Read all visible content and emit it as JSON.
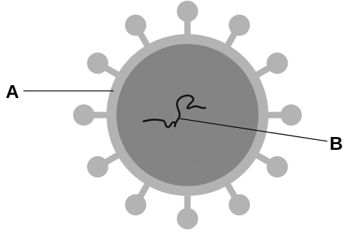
{
  "diagram": {
    "labels": {
      "a": "A",
      "b": "B"
    },
    "spike_count": 12,
    "colors": {
      "envelope": "#b3b3b3",
      "core": "#7f7f7f",
      "core_speckle": "#5e5e5e",
      "genome_strand": "#111111",
      "leader_line": "#000000",
      "background": "#ffffff"
    }
  }
}
